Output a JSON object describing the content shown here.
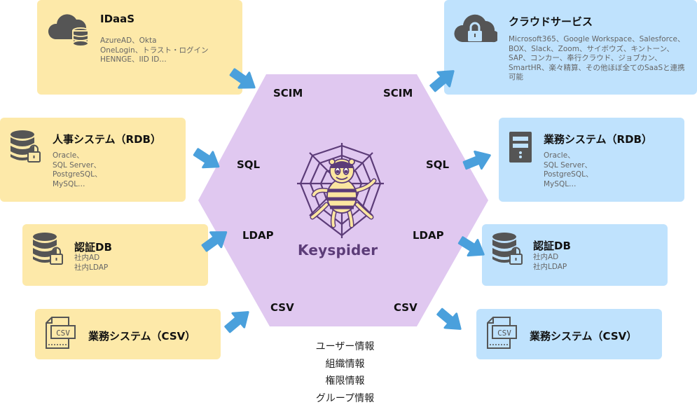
{
  "center": {
    "brand": "Keyspider",
    "hex_color": "#e0c8f0",
    "logo_color": "#5c3c78",
    "mascot_color": "#fbe6a0"
  },
  "protocols_left": [
    "SCIM",
    "SQL",
    "LDAP",
    "CSV"
  ],
  "protocols_right": [
    "SCIM",
    "SQL",
    "LDAP",
    "CSV"
  ],
  "arrow_color": "#4aa0dc",
  "sources": [
    {
      "title": "IDaaS",
      "icon": "cloud-database-icon",
      "desc": "AzureAD、Okta\nOneLogin、トラスト・ログイン\nHENNGE、IID ID…"
    },
    {
      "title": "人事システム（RDB）",
      "icon": "database-lock-icon",
      "desc": "Oracle、\nSQL Server、\nPostgreSQL、\nMySQL…"
    },
    {
      "title": "認証DB",
      "icon": "database-lock-icon",
      "desc": "社内AD\n社内LDAP"
    },
    {
      "title": "業務システム（CSV）",
      "icon": "csv-file-icon",
      "desc": ""
    }
  ],
  "destinations": [
    {
      "title": "クラウドサービス",
      "icon": "cloud-lock-icon",
      "desc": "Microsoft365、Google Workspace、Salesforce、BOX、Slack、Zoom、サイボウズ、キントーン、SAP、コンカー、奉行クラウド、ジョブカン、SmartHR、楽々精算、その他ほぼ全てのSaaSと連携可能"
    },
    {
      "title": "業務システム（RDB）",
      "icon": "server-icon",
      "desc": "Oracle、\nSQL Server、\nPostgreSQL、\nMySQL…"
    },
    {
      "title": "認証DB",
      "icon": "database-lock-icon",
      "desc": "社内AD\n社内LDAP"
    },
    {
      "title": "業務システム（CSV）",
      "icon": "csv-file-icon",
      "desc": ""
    }
  ],
  "info_items": [
    "ユーザー情報",
    "組織情報",
    "権限情報",
    "グループ情報"
  ],
  "colors": {
    "source_bg": "#fde9a9",
    "destination_bg": "#bfe2fd",
    "icon": "#555555"
  }
}
